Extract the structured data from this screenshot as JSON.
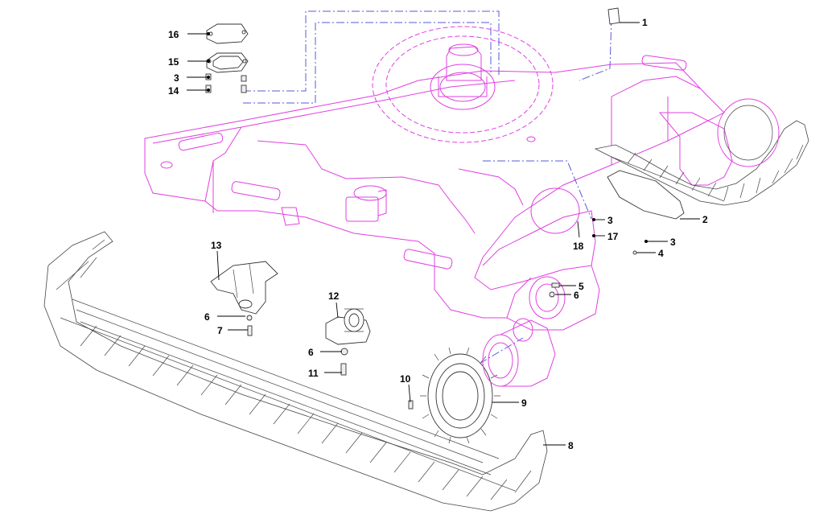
{
  "callouts": [
    {
      "id": "c1",
      "label": "1"
    },
    {
      "id": "c2",
      "label": "2"
    },
    {
      "id": "c3a",
      "label": "3"
    },
    {
      "id": "c3b",
      "label": "3"
    },
    {
      "id": "c3c",
      "label": "3"
    },
    {
      "id": "c4",
      "label": "4"
    },
    {
      "id": "c5",
      "label": "5"
    },
    {
      "id": "c6a",
      "label": "6"
    },
    {
      "id": "c6b",
      "label": "6"
    },
    {
      "id": "c6c",
      "label": "6"
    },
    {
      "id": "c7",
      "label": "7"
    },
    {
      "id": "c8",
      "label": "8"
    },
    {
      "id": "c9",
      "label": "9"
    },
    {
      "id": "c10",
      "label": "10"
    },
    {
      "id": "c11",
      "label": "11"
    },
    {
      "id": "c12",
      "label": "12"
    },
    {
      "id": "c13",
      "label": "13"
    },
    {
      "id": "c14",
      "label": "14"
    },
    {
      "id": "c15",
      "label": "15"
    },
    {
      "id": "c16",
      "label": "16"
    },
    {
      "id": "c17",
      "label": "17"
    },
    {
      "id": "c18",
      "label": "18"
    }
  ],
  "colors": {
    "frame": "#e040e0",
    "assembly_lines": "#5a5ad8",
    "callouts": "#000000",
    "parts": "#333333"
  }
}
